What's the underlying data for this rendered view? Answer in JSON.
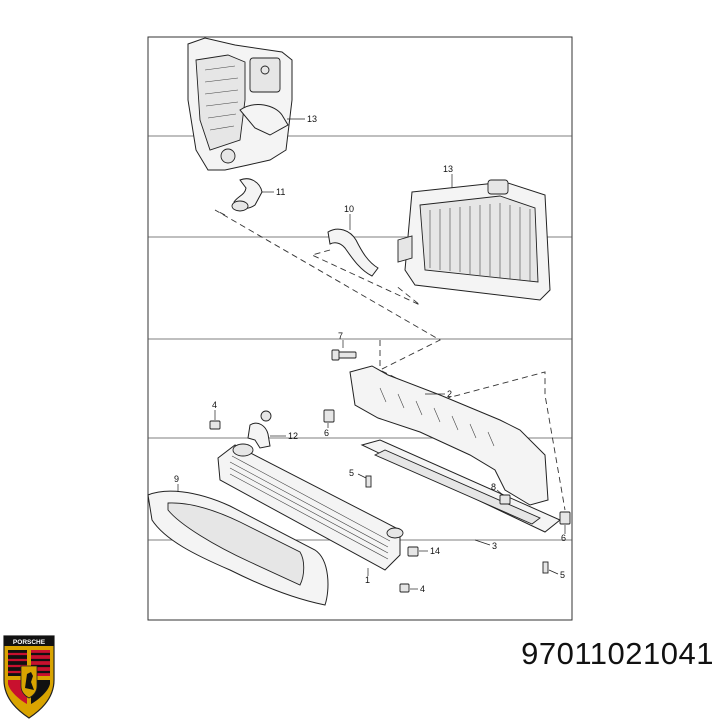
{
  "callouts": {
    "c13a": "13",
    "c11": "11",
    "c13b": "13",
    "c10": "10",
    "c7": "7",
    "c2": "2",
    "c4a": "4",
    "c12": "12",
    "c6a": "6",
    "c9": "9",
    "c5a": "5",
    "c8": "8",
    "c1": "1",
    "c14": "14",
    "c4b": "4",
    "c3": "3",
    "c6b": "6",
    "c5b": "5"
  },
  "logo": {
    "wordmark": "PORSCHE"
  },
  "part_number": "97011021041",
  "colors": {
    "line": "#222222",
    "logo_gold": "#d9a400",
    "logo_red": "#c8102e",
    "background": "#ffffff"
  }
}
